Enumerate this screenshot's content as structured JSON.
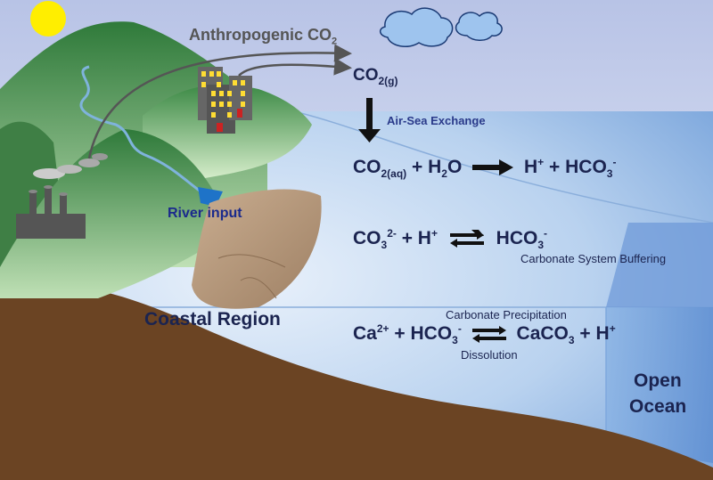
{
  "colors": {
    "sky_top": "#b8c3e6",
    "sky_bottom": "#f3f6fc",
    "ocean": "#8fb6e6",
    "hill_dark": "#3d7f45",
    "hill_light": "#9ccb92",
    "seafloor": "#6b4423",
    "label_navy": "#1b2450",
    "sun": "#ffee00"
  },
  "labels": {
    "anthropogenic": "Anthropogenic CO",
    "anthropogenic_sub": "2",
    "co2_gas": "CO",
    "co2_gas_sub": "2(g)",
    "air_sea": "Air-Sea Exchange",
    "river_input": "River input",
    "buffering": "Carbonate System Buffering",
    "precipitation": "Carbonate Precipitation",
    "dissolution": "Dissolution",
    "coastal_region": "Coastal Region",
    "open_ocean_1": "Open",
    "open_ocean_2": "Ocean"
  },
  "eq1": {
    "a": "CO",
    "a_sub": "2(aq)",
    "plus1": " + H",
    "b_sub": "2",
    "b_tail": "O",
    "c": "H",
    "c_sup": "+",
    "plus2": " + HCO",
    "d_sub": "3",
    "d_sup": "-"
  },
  "eq2": {
    "a": "CO",
    "a_sub": "3",
    "a_sup": "2-",
    "plus": " + H",
    "b_sup": "+",
    "c": "HCO",
    "c_sub": "3",
    "c_sup": "-"
  },
  "eq3": {
    "a": "Ca",
    "a_sup": "2+",
    "plus1": " + HCO",
    "b_sub": "3",
    "b_sup": "-",
    "c": "CaCO",
    "c_sub": "3",
    "plus2": " + H",
    "d_sup": "+"
  },
  "icons": [
    "sun-icon",
    "cloud-icon",
    "factory-icon",
    "city-buildings-icon",
    "smoke-icon",
    "river-icon"
  ]
}
